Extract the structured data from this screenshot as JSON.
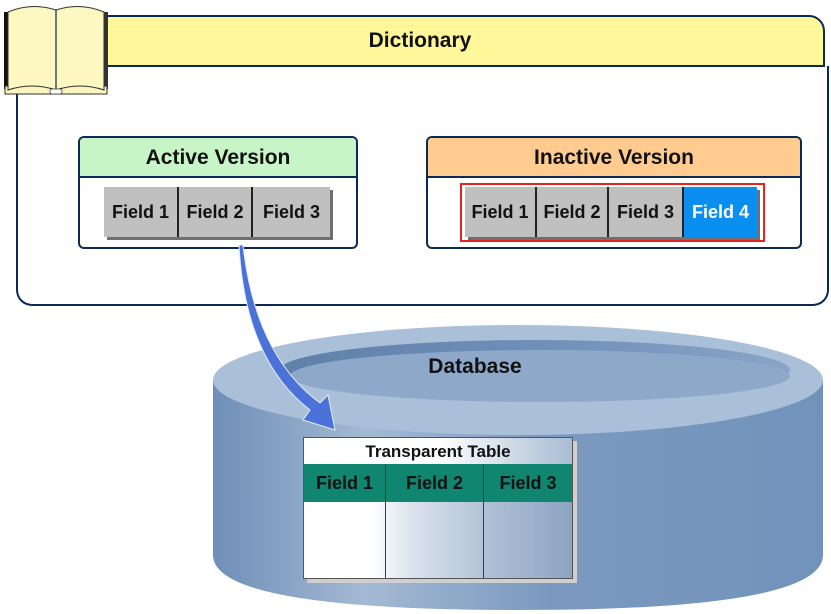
{
  "dictionary": {
    "title": "Dictionary",
    "header_color": "#fff799"
  },
  "active_version": {
    "title": "Active Version",
    "header_color": "#c8f5c8",
    "fields": [
      "Field 1",
      "Field 2",
      "Field 3"
    ]
  },
  "inactive_version": {
    "title": "Inactive Version",
    "header_color": "#ffcb8f",
    "fields": [
      "Field 1",
      "Field 2",
      "Field 3",
      "Field 4"
    ],
    "new_field_color": "#0a8ff0",
    "highlight_color": "#e8231d"
  },
  "database": {
    "title": "Database",
    "color": "#7193bb"
  },
  "transparent_table": {
    "title": "Transparent Table",
    "header_color": "#108570",
    "columns": [
      "Field 1",
      "Field 2",
      "Field 3"
    ]
  },
  "arrow": {
    "from": "Active Version",
    "to": "Transparent Table",
    "color": "#4a72d8"
  }
}
